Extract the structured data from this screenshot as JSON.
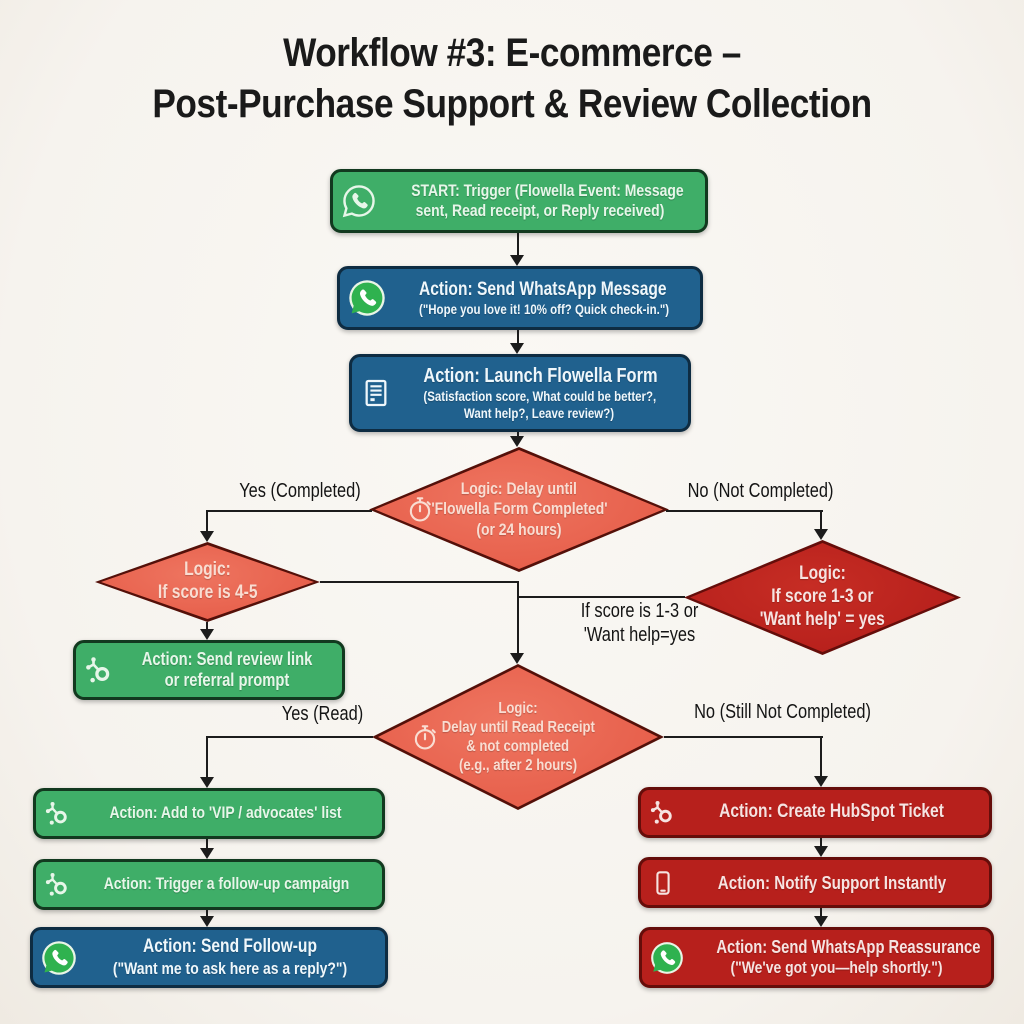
{
  "title": {
    "line1": "Workflow #3: E-commerce –",
    "line2": "Post-Purchase Support & Review Collection"
  },
  "nodes": {
    "start": {
      "line1": "START: Trigger (Flowella Event: Message",
      "line2": "sent, Read receipt, or Reply received)"
    },
    "send_whatsapp": {
      "line1": "Action: Send WhatsApp Message",
      "line2": "(\"Hope you love it! 10% off? Quick check-in.\")"
    },
    "launch_form": {
      "line1": "Action: Launch Flowella Form",
      "line2": "(Satisfaction score, What could be better?,",
      "line3": "Want help?, Leave review?)"
    },
    "delay_form": {
      "line1": "Logic: Delay until",
      "line2": "'Flowella Form Completed'",
      "line3": "(or 24 hours)"
    },
    "score_45": {
      "line1": "Logic:",
      "line2": "If score is 4-5"
    },
    "score_13": {
      "line1": "Logic:",
      "line2": "If score 1-3 or",
      "line3": "'Want help' = yes"
    },
    "send_review": {
      "line1": "Action: Send review link",
      "line2": "or referral prompt"
    },
    "delay_read": {
      "line1": "Logic:",
      "line2": "Delay until Read Receipt",
      "line3": "& not completed",
      "line4": "(e.g., after 2 hours)"
    },
    "add_vip": {
      "title": "Action: Add to 'VIP / advocates' list"
    },
    "trigger_campaign": {
      "title": "Action: Trigger a follow-up campaign"
    },
    "send_followup": {
      "line1": "Action: Send Follow-up",
      "line2": "(\"Want me to ask here as a reply?\")"
    },
    "create_ticket": {
      "title": "Action: Create HubSpot Ticket"
    },
    "notify_support": {
      "title": "Action: Notify Support Instantly"
    },
    "send_reassurance": {
      "line1": "Action: Send WhatsApp Reassurance",
      "line2": "(\"We've got you—help shortly.\")"
    }
  },
  "edge_labels": {
    "yes_completed": "Yes (Completed)",
    "no_not_completed": "No (Not Completed)",
    "mid_line1": "If score is 1-3 or",
    "mid_line2": "'Want help=yes",
    "yes_read": "Yes (Read)",
    "no_still_not_completed": "No (Still Not Completed)"
  },
  "icons": {
    "start": "whatsapp-outline-icon",
    "send_whatsapp": "whatsapp-icon",
    "launch_form": "form-icon",
    "delay_form": "stopwatch-icon",
    "delay_read": "stopwatch-icon",
    "send_review": "hubspot-icon",
    "add_vip": "hubspot-icon",
    "trigger_campaign": "hubspot-icon",
    "send_followup": "whatsapp-icon",
    "create_ticket": "hubspot-icon",
    "notify_support": "phone-icon",
    "send_reassurance": "whatsapp-icon"
  },
  "colors": {
    "page_bg": "#f6f3ee",
    "green_fill": "#3fae68",
    "green_border": "#12391f",
    "green_text": "#e7f6e9",
    "blue_fill": "#20618e",
    "blue_border": "#0e2c42",
    "blue_text": "#eff7fb",
    "salmon_fill": "#e7604c",
    "salmon_border": "#541009",
    "salmon_text": "#f9ddd2",
    "red_fill": "#b7201c",
    "red_border": "#650d0a",
    "red_text": "#f6e3e1",
    "line": "#1c1c1c",
    "label_text": "#141414",
    "title_text": "#1a1a1a",
    "wa_green": "#2fb24f",
    "wa_ring": "#e9f5e6"
  }
}
